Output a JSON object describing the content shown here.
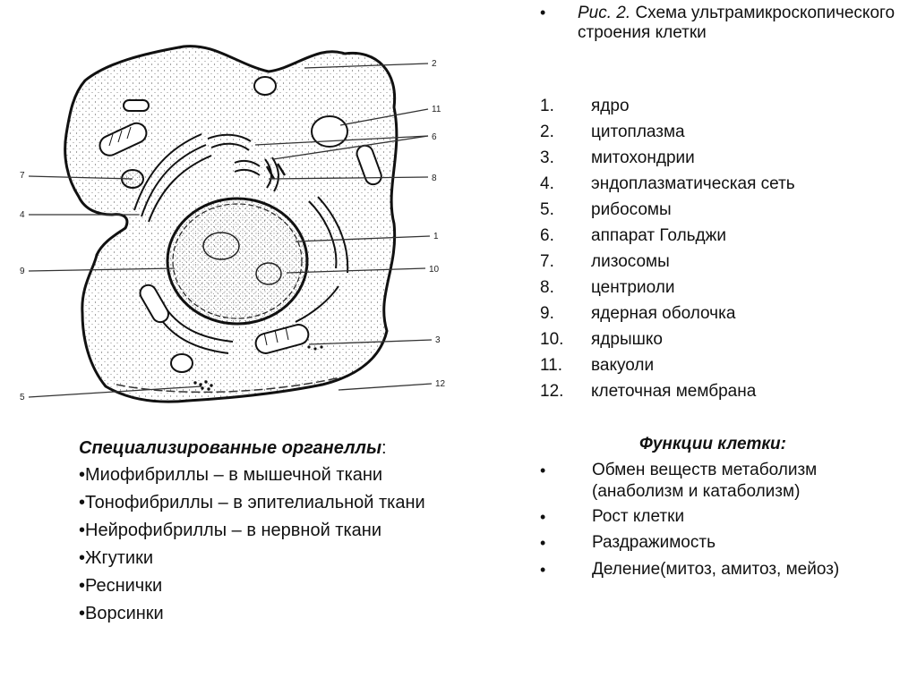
{
  "diagram": {
    "callout_numbers": [
      "2",
      "11",
      "6",
      "7",
      "8",
      "4",
      "1",
      "9",
      "10",
      "3",
      "5",
      "12"
    ]
  },
  "caption": {
    "bullet": "•",
    "fig_label": "Рис. 2.",
    "text": "Схема ультрамикроскопического строения клетки"
  },
  "legend_items": [
    {
      "num": "1.",
      "label": "ядро"
    },
    {
      "num": "2.",
      "label": "цитоплазма"
    },
    {
      "num": "3.",
      "label": "митохондрии"
    },
    {
      "num": "4.",
      "label": "эндоплазматическая сеть"
    },
    {
      "num": "5.",
      "label": "рибосомы"
    },
    {
      "num": "6.",
      "label": "аппарат Гольджи"
    },
    {
      "num": "7.",
      "label": "лизосомы"
    },
    {
      "num": "8.",
      "label": "центриоли"
    },
    {
      "num": "9.",
      "label": "ядерная оболочка"
    },
    {
      "num": "10.",
      "label": "ядрышко"
    },
    {
      "num": "11.",
      "label": "вакуоли"
    },
    {
      "num": "12.",
      "label": "клеточная мембрана"
    }
  ],
  "specialized": {
    "title": "Специализированные органеллы",
    "colon": ":",
    "items": [
      "•Миофибриллы – в мышечной ткани",
      "•Тонофибриллы – в эпителиальной ткани",
      "•Нейрофибриллы – в нервной ткани",
      "•Жгутики",
      "•Реснички",
      "•Ворсинки"
    ]
  },
  "functions": {
    "title": "Функции клетки:",
    "bullet": "•",
    "items": [
      "Обмен веществ метаболизм (анаболизм и катаболизм)",
      "Рост клетки",
      "Раздражимость",
      "Деление(митоз, амитоз, мейоз)"
    ]
  }
}
